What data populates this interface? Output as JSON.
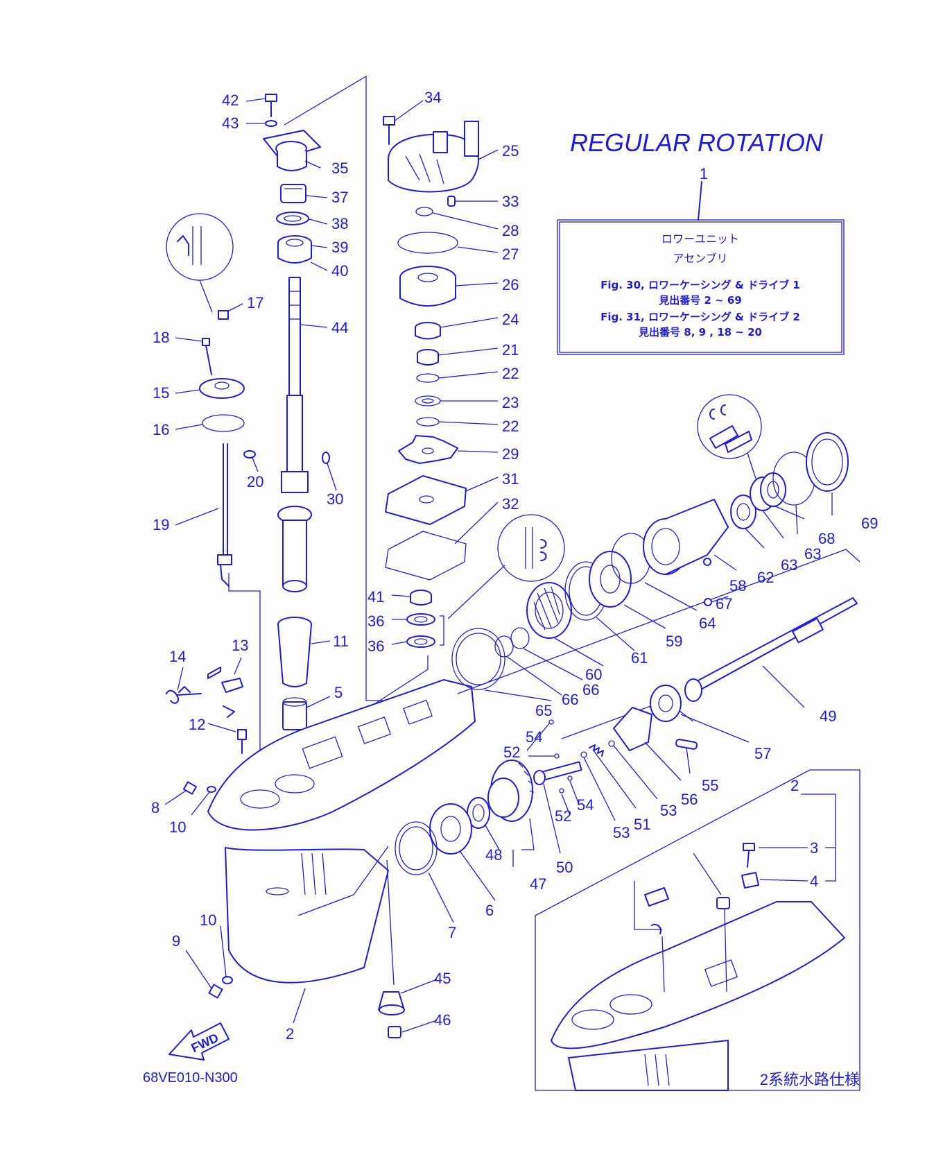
{
  "title": "REGULAR ROTATION",
  "diagram_code": "68VE010-N300",
  "fwd_label": "FWD",
  "info_box": {
    "ref": "1",
    "line1": "ロワーユニット",
    "line2": "アセンブリ",
    "line3": "Fig. 30, ロワーケーシング & ドライブ 1",
    "line4": "見出番号 2 ~ 69",
    "line5": "Fig. 31, ロワーケーシング & ドライブ 2",
    "line6": "見出番号 8, 9 , 18 ~ 20"
  },
  "inset_caption": "2系統水路仕様",
  "part_labels": [
    "42",
    "43",
    "35",
    "37",
    "38",
    "39",
    "40",
    "44",
    "17",
    "18",
    "15",
    "16",
    "19",
    "20",
    "30",
    "14",
    "13",
    "12",
    "11",
    "5",
    "8",
    "10",
    "9",
    "10",
    "2",
    "34",
    "25",
    "33",
    "28",
    "27",
    "26",
    "24",
    "21",
    "22",
    "23",
    "22",
    "29",
    "31",
    "32",
    "41",
    "36",
    "36",
    "1",
    "69",
    "68",
    "63",
    "63",
    "62",
    "58",
    "67",
    "64",
    "59",
    "61",
    "60",
    "66",
    "66",
    "65",
    "49",
    "57",
    "54",
    "52",
    "54",
    "52",
    "53",
    "51",
    "53",
    "56",
    "55",
    "50",
    "47",
    "48",
    "6",
    "7",
    "45",
    "46",
    "2",
    "3",
    "4"
  ],
  "colors": {
    "ink": "#1c1ce0",
    "background": "#fefefe"
  }
}
